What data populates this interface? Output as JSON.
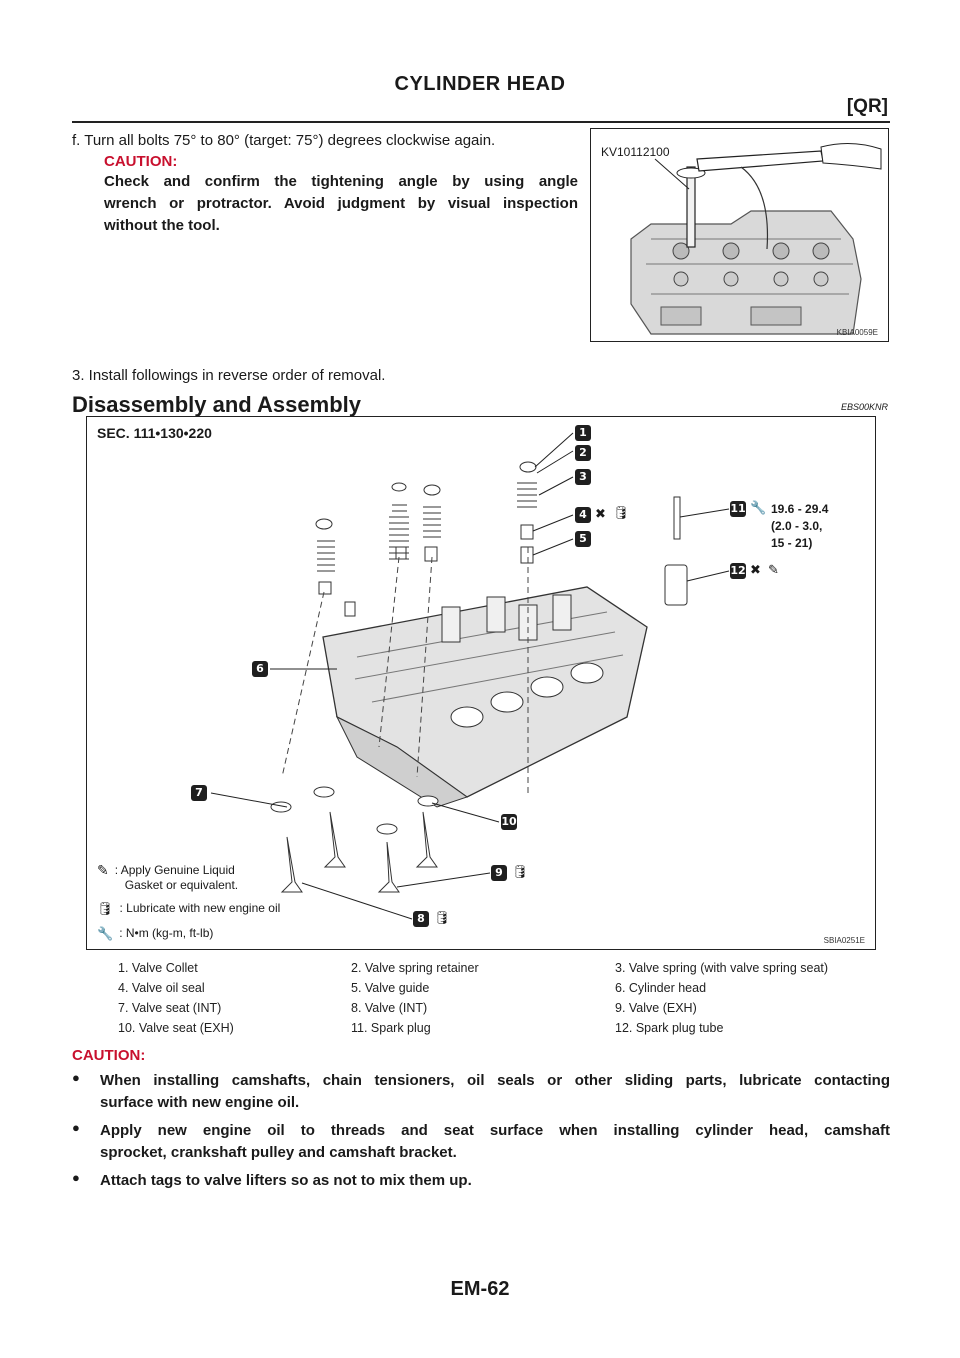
{
  "header": {
    "title": "CYLINDER HEAD",
    "model": "[QR]"
  },
  "step_f": {
    "text": "f.   Turn all bolts 75° to 80° (target: 75°) degrees clockwise again.",
    "caution_label": "CAUTION:",
    "caution_lines": [
      "Check and confirm the tightening angle by using angle",
      "wrench or protractor. Avoid judgment by visual inspection",
      "without the tool."
    ]
  },
  "figure1": {
    "tool_label": "KV10112100",
    "code": "KBIA0059E"
  },
  "step3": "3.   Install followings in reverse order of removal.",
  "section": {
    "title": "Disassembly and Assembly",
    "code": "EBS00KNR"
  },
  "figure2": {
    "sec_label": "SEC. 111•130•220",
    "torque_lines": [
      "19.6 - 29.4",
      "(2.0 - 3.0,",
      "15 - 21)"
    ],
    "legend": [
      {
        "icon": "liquid-gasket-icon",
        "lines": [
          ": Apply Genuine Liquid",
          "Gasket or equivalent."
        ]
      },
      {
        "icon": "oil-can-icon",
        "lines": [
          ": Lubricate with new engine oil"
        ]
      },
      {
        "icon": "torque-wrench-icon",
        "lines": [
          ": N•m (kg-m, ft-lb)"
        ]
      }
    ],
    "callouts": [
      "1",
      "2",
      "3",
      "4",
      "5",
      "6",
      "7",
      "8",
      "9",
      "10",
      "11",
      "12"
    ],
    "code": "SBIA0251E"
  },
  "parts": [
    [
      "1.   Valve Collet",
      "2.   Valve spring retainer",
      "3.   Valve spring (with valve spring seat)"
    ],
    [
      "4.   Valve oil seal",
      "5.   Valve guide",
      "6.   Cylinder head"
    ],
    [
      "7.   Valve seat (INT)",
      "8.   Valve (INT)",
      "9.   Valve (EXH)"
    ],
    [
      "10.   Valve seat (EXH)",
      "11.   Spark plug",
      "12.   Spark plug tube"
    ]
  ],
  "caution2": {
    "label": "CAUTION:",
    "bullets": [
      [
        "When installing camshafts, chain tensioners, oil seals or other sliding parts, lubricate contacting",
        "surface with new engine oil."
      ],
      [
        "Apply new engine oil to threads and seat surface when installing cylinder head, camshaft",
        "sprocket, crankshaft pulley and camshaft bracket."
      ],
      [
        "Attach tags to valve lifters so as not to mix them up."
      ]
    ]
  },
  "footer": "EM-62"
}
